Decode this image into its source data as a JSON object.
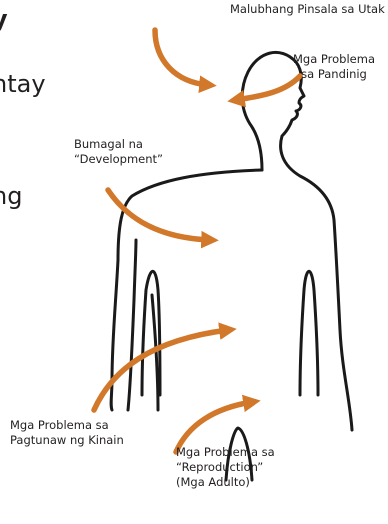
{
  "clipped_text": {
    "line1": "y",
    "line2": "ntay",
    "line3": "ng"
  },
  "labels": {
    "brain": "Malubhang Pinsala sa Utak",
    "hearing": [
      "Mga Problema",
      "sa Pandinig"
    ],
    "development": [
      "Bumagal na",
      "“Development”"
    ],
    "digestion": [
      "Mga Problema sa",
      "Pagtunaw ng Kinain"
    ],
    "reproduction": [
      "Mga Problema sa",
      "“Reproduction”",
      "(Mga Adulto)"
    ]
  },
  "colors": {
    "arrow": "#d2782a",
    "outline": "#1a1a1a",
    "text": "#231f20"
  }
}
